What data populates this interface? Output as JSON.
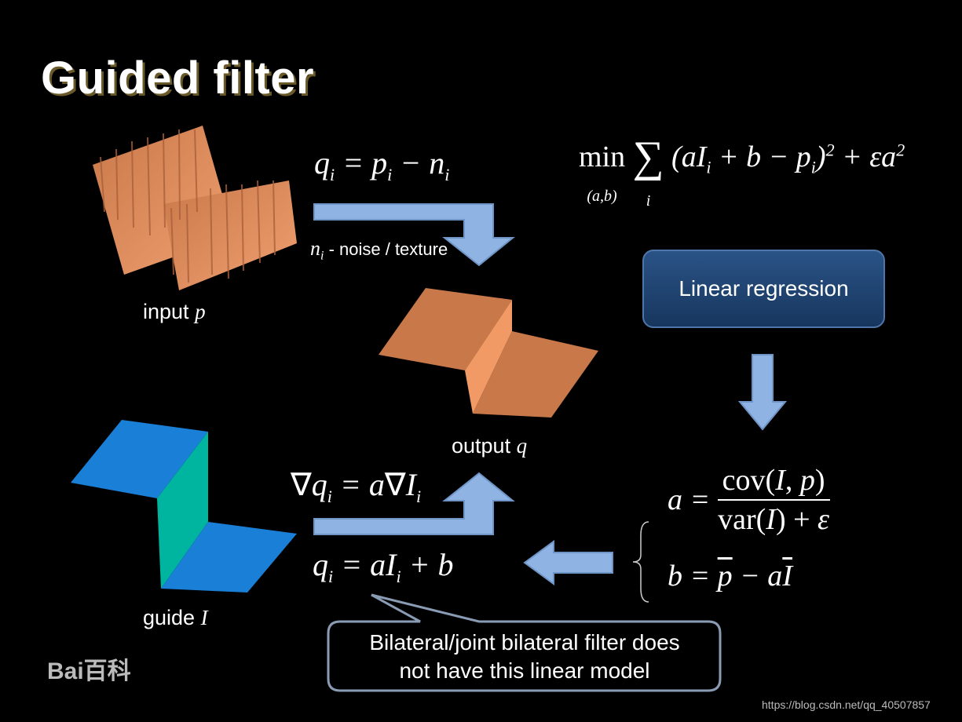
{
  "title": "Guided filter",
  "labels": {
    "input_text": "input",
    "input_var": "p",
    "output_text": "output",
    "output_var": "q",
    "guide_text": "guide",
    "guide_var": "I",
    "noise_var": "n",
    "noise_sub": "i",
    "noise_text": "- noise / texture"
  },
  "regression_label": "Linear regression",
  "callout": {
    "line1": "Bilateral/joint bilateral filter does",
    "line2": "not have this linear model"
  },
  "watermark": "https://blog.csdn.net/qq_40507857",
  "logo_text": "Bai百科",
  "colors": {
    "background": "#000000",
    "arrow_fill": "#8fb4e3",
    "arrow_stroke": "#6f95c6",
    "box_fill": "#1d3f6b",
    "surface_orange": "#e08a58",
    "surface_blue": "#1a7fd6",
    "surface_teal": "#00b5a0"
  }
}
